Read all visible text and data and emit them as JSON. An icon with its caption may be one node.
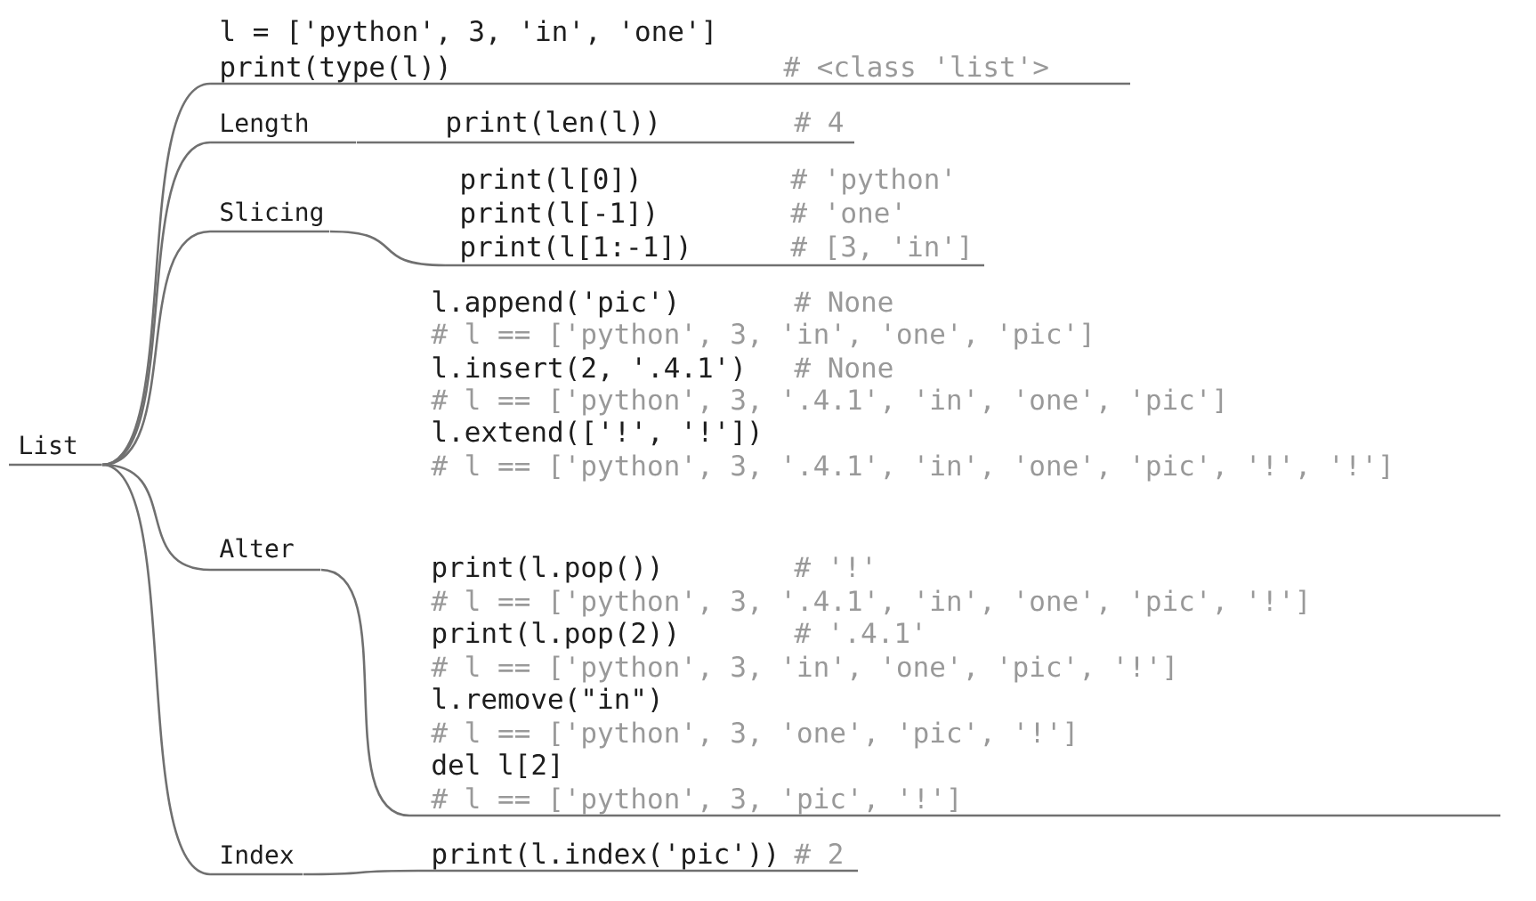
{
  "diagram": {
    "nodes": [
      {
        "text": [
          "List"
        ]
      },
      {
        "text": [
          "l = ['python', 3, 'in', 'one']",
          "print(type(l))",
          "# <class 'list'>"
        ]
      },
      {
        "text": [
          "Length"
        ]
      },
      {
        "text": [
          "print(len(l))",
          "# 4"
        ]
      },
      {
        "text": [
          "Slicing"
        ]
      },
      {
        "text": [
          "print(l[0])",
          "# 'python'",
          "print(l[-1])",
          "# 'one'",
          "print(l[1:-1])",
          "# [3, 'in']"
        ]
      },
      {
        "text": [
          "l.append('pic')",
          "# None",
          "# l == ['python', 3, 'in', 'one', 'pic']",
          "l.insert(2, '.4.1')",
          "# None",
          "# l == ['python', 3, '.4.1', 'in', 'one', 'pic']",
          "l.extend(['!', '!'])",
          "# l == ['python', 3, '.4.1', 'in', 'one', 'pic', '!', '!']"
        ]
      },
      {
        "text": [
          "Alter"
        ]
      },
      {
        "text": [
          "print(l.pop())",
          "# '!'",
          "# l == ['python', 3, '.4.1', 'in', 'one', 'pic', '!']",
          "print(l.pop(2))",
          "# '.4.1'",
          "# l == ['python', 3, 'in', 'one', 'pic', '!']",
          "l.remove(\"in\")",
          "# l == ['python', 3, 'one', 'pic', '!']",
          "del l[2]",
          "# l == ['python', 3, 'pic', '!']"
        ]
      },
      {
        "text": [
          "Index"
        ]
      },
      {
        "text": [
          "print(l.index('pic'))",
          "# 2"
        ]
      }
    ],
    "edges": [
      {
        "from": 0,
        "to": 1,
        "arrow": "none"
      },
      {
        "from": 0,
        "to": 2,
        "arrow": "none"
      },
      {
        "from": 2,
        "to": 3,
        "arrow": "none"
      },
      {
        "from": 0,
        "to": 4,
        "arrow": "none"
      },
      {
        "from": 4,
        "to": 5,
        "arrow": "none"
      },
      {
        "from": 0,
        "to": 7,
        "arrow": "none"
      },
      {
        "from": 7,
        "to": 8,
        "arrow": "none"
      },
      {
        "from": 0,
        "to": 9,
        "arrow": "none"
      },
      {
        "from": 9,
        "to": 10,
        "arrow": "none"
      }
    ]
  }
}
